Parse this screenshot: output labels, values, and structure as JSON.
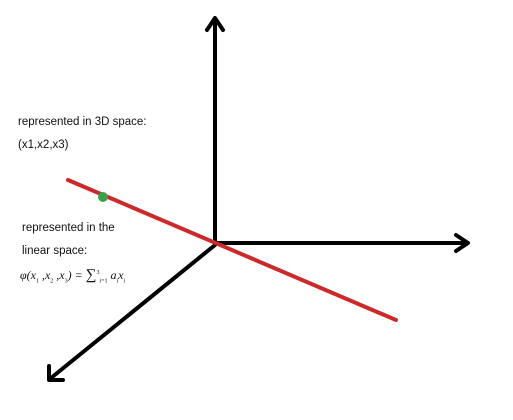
{
  "diagram": {
    "caption_3d": {
      "line1": "represented in 3D space:",
      "line2": "(x1,x2,x3)"
    },
    "caption_linear": {
      "line1": "represented in the",
      "line2": "linear space:"
    },
    "formula": {
      "phi": "φ",
      "open": "(",
      "x": "x",
      "sub1": "1",
      "sub2": "2",
      "sub3": "3",
      "comma": " ,",
      "close": ")",
      "equals": " = ",
      "sum": "∑",
      "sum_upper": "3",
      "sum_lower": "i=1",
      "a": "a",
      "sub_i": "i",
      "xi": "x",
      "sub_i2": "i"
    },
    "colors": {
      "axes": "#000000",
      "line": "#cc2a2a",
      "point": "#3aa14a"
    }
  }
}
